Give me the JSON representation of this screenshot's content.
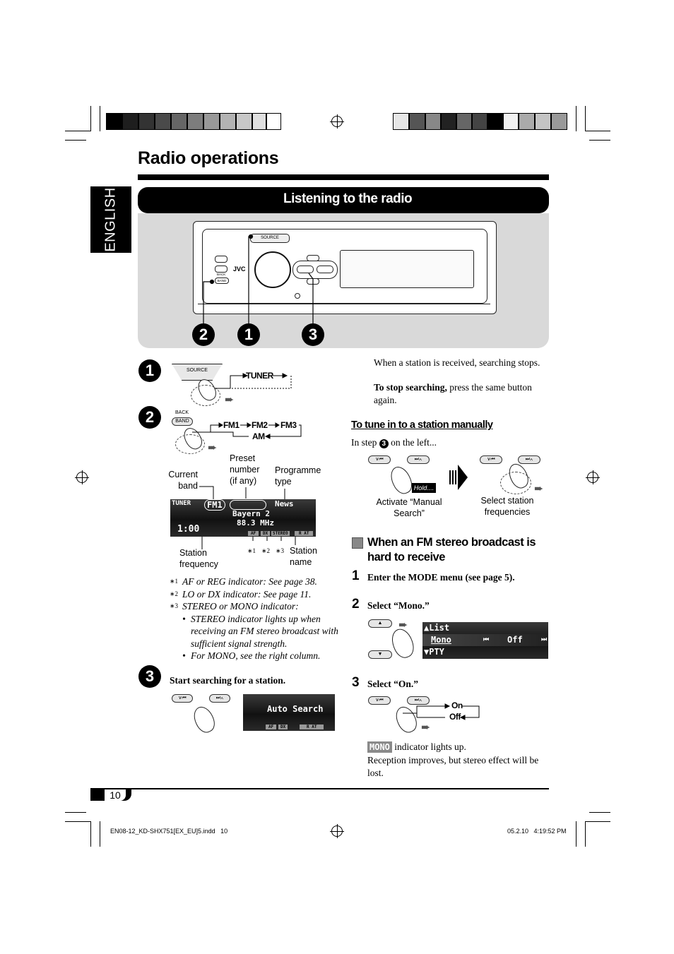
{
  "page": {
    "title": "Radio operations",
    "language_tab": "ENGLISH",
    "section_banner": "Listening to the radio",
    "page_number": "10"
  },
  "unit": {
    "source_label": "SOURCE",
    "back_label": "BACK",
    "band_label": "BAND",
    "brand": "JVC",
    "callouts": [
      "2",
      "1",
      "3"
    ]
  },
  "step1": {
    "num": "1",
    "button": "SOURCE",
    "result": "TUNER"
  },
  "step2": {
    "num": "2",
    "back": "BACK",
    "button": "BAND",
    "bands": [
      "FM1",
      "FM2",
      "FM3",
      "AM"
    ],
    "labels": {
      "current_band": "Current band",
      "preset": "Preset number (if any)",
      "programme_type": "Programme type",
      "station_frequency": "Station frequency",
      "station_name": "Station name"
    },
    "lcd": {
      "tuner": "TUNER",
      "band": "FM1",
      "pty": "News",
      "station": "Bayern 2",
      "freq": "88.3 MHz",
      "time": "1:00",
      "ind_af": "AF",
      "ind_dx": "DX",
      "ind_stereo": "STEREO",
      "ind_rat": "R AT"
    },
    "stars": [
      "∗1",
      "∗2",
      "∗3"
    ]
  },
  "footnotes": [
    {
      "mark": "∗1",
      "text": "AF or REG indicator: See page 38."
    },
    {
      "mark": "∗2",
      "text": "LO or DX indicator: See page 11."
    },
    {
      "mark": "∗3",
      "text": "STEREO or MONO indicator:"
    }
  ],
  "footnote_bullets": [
    "STEREO indicator lights up when receiving an FM stereo broadcast with sufficient signal strength.",
    "For MONO, see the right column."
  ],
  "step3": {
    "num": "3",
    "text": "Start searching for a station.",
    "lcd_text": "Auto Search",
    "lcd_af": "AF",
    "lcd_dx": "DX",
    "lcd_rat": "R AT"
  },
  "right": {
    "search_info": "When a station is received, searching stops.",
    "stop_bold": "To stop searching,",
    "stop_rest": " press the same button again.",
    "manual_heading": "To tune in to a station manually",
    "in_step_pre": "In step ",
    "in_step_num": "3",
    "in_step_post": " on the left...",
    "hold": "Hold....",
    "activate": "Activate “Manual Search”",
    "select_freq": "Select station frequencies",
    "fm_heading": "When an FM stereo broadcast is hard to receive",
    "steps": [
      {
        "num": "1",
        "text": "Enter the MODE menu (see page 5)."
      },
      {
        "num": "2",
        "text": "Select “Mono.”"
      },
      {
        "num": "3",
        "text": "Select “On.”"
      }
    ],
    "menu_lcd": {
      "row1": "List",
      "row2": "Mono",
      "row2_value": "Off",
      "row3": "PTY"
    },
    "on_label": "On",
    "off_label": "Off",
    "mono_badge": "MONO",
    "indicator_text": " indicator lights up.",
    "reception_text": "Reception improves, but stereo effect will be lost."
  },
  "footer": {
    "file": "EN08-12_KD-SHX751[EX_EU]5.indd   10",
    "date": "05.2.10   4:19:52 PM"
  },
  "colors": {
    "banner": "#000000",
    "panel": "#d9d9d9",
    "accent_grey": "#8a8a8a"
  }
}
